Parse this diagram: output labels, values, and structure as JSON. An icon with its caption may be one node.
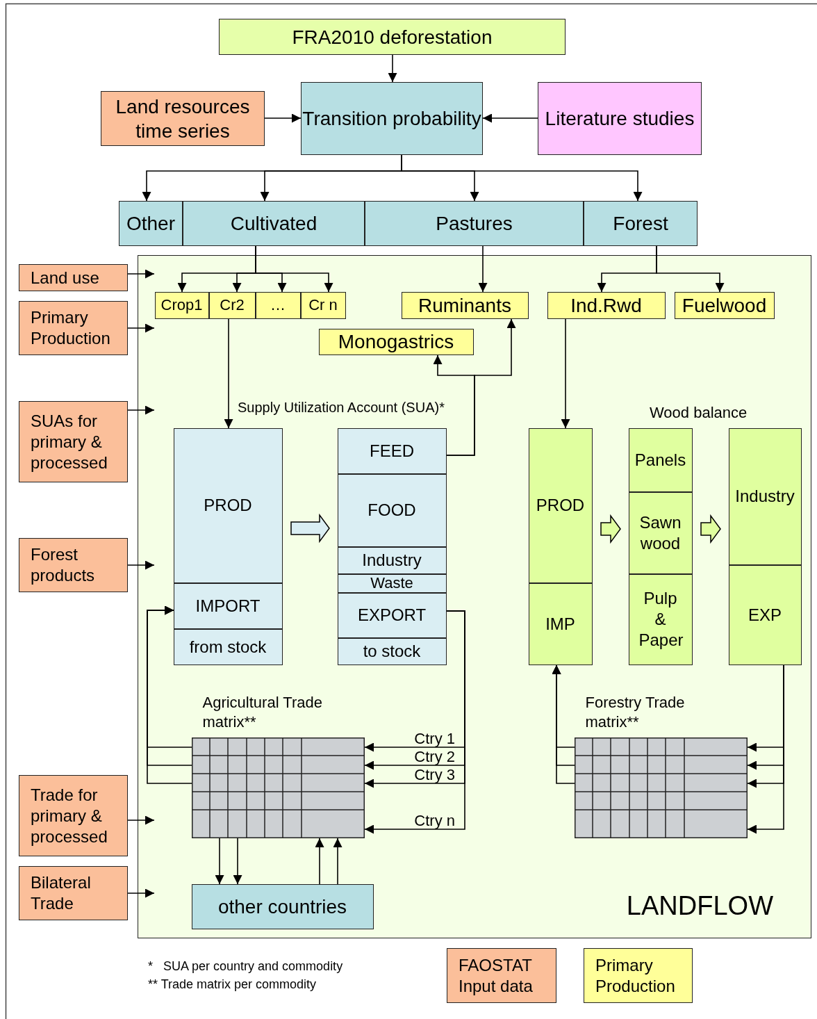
{
  "diagram": {
    "nodes": [
      {
        "text": [
          "FRA2010 deforestation"
        ]
      },
      {
        "text": [
          "Land resources time series"
        ]
      },
      {
        "text": [
          "Transition probability"
        ]
      },
      {
        "text": [
          "Literature studies"
        ]
      },
      {
        "text": [
          "Other"
        ]
      },
      {
        "text": [
          "Cultivated"
        ]
      },
      {
        "text": [
          "Pastures"
        ]
      },
      {
        "text": [
          "Forest"
        ]
      },
      {
        "text": [
          "Land use"
        ]
      },
      {
        "text": [
          "Primary Production"
        ]
      },
      {
        "text": [
          "SUAs for primary & processed"
        ]
      },
      {
        "text": [
          "Forest products"
        ]
      },
      {
        "text": [
          "Trade for primary & processed"
        ]
      },
      {
        "text": [
          "Bilateral Trade"
        ]
      },
      {
        "text": [
          "LANDFLOW"
        ]
      },
      {
        "text": [
          "Crop1"
        ],
        "in": 14
      },
      {
        "text": [
          "Cr2"
        ],
        "in": 14
      },
      {
        "text": [
          "…"
        ],
        "in": 14
      },
      {
        "text": [
          "Cr n"
        ],
        "in": 14
      },
      {
        "text": [
          "Ruminants"
        ],
        "in": 14
      },
      {
        "text": [
          "Ind.Rwd"
        ],
        "in": 14
      },
      {
        "text": [
          "Fuelwood"
        ],
        "in": 14
      },
      {
        "text": [
          "Monogastrics"
        ],
        "in": 14
      },
      {
        "text": [
          "PROD"
        ],
        "in": 14
      },
      {
        "text": [
          "IMPORT"
        ],
        "in": 14
      },
      {
        "text": [
          "from stock"
        ],
        "in": 14
      },
      {
        "text": [
          "FEED"
        ],
        "in": 14
      },
      {
        "text": [
          "FOOD"
        ],
        "in": 14
      },
      {
        "text": [
          "Industry"
        ],
        "in": 14
      },
      {
        "text": [
          "Waste"
        ],
        "in": 14
      },
      {
        "text": [
          "EXPORT"
        ],
        "in": 14
      },
      {
        "text": [
          "to stock"
        ],
        "in": 14
      },
      {
        "text": [
          "PROD"
        ],
        "in": 14
      },
      {
        "text": [
          "IMP"
        ],
        "in": 14
      },
      {
        "text": [
          "Panels"
        ],
        "in": 14
      },
      {
        "text": [
          "Sawn wood"
        ],
        "in": 14
      },
      {
        "text": [
          "Pulp & Paper"
        ],
        "in": 14
      },
      {
        "text": [
          "Industry"
        ],
        "in": 14
      },
      {
        "text": [
          "EXP"
        ],
        "in": 14
      },
      {
        "text": [
          "Agricultural Trade matrix**"
        ],
        "in": 14
      },
      {
        "text": [
          "Forestry Trade matrix**"
        ],
        "in": 14
      },
      {
        "text": [
          "other countries"
        ],
        "in": 14
      }
    ],
    "edges": [
      {
        "from": 0,
        "to": 2,
        "arrow": "to"
      },
      {
        "from": 1,
        "to": 2,
        "arrow": "to"
      },
      {
        "from": 3,
        "to": 2,
        "arrow": "to"
      },
      {
        "from": 2,
        "to": 4,
        "arrow": "to"
      },
      {
        "from": 2,
        "to": 5,
        "arrow": "to"
      },
      {
        "from": 2,
        "to": 6,
        "arrow": "to"
      },
      {
        "from": 2,
        "to": 7,
        "arrow": "to"
      },
      {
        "from": 5,
        "to": 15,
        "arrow": "to"
      },
      {
        "from": 5,
        "to": 16,
        "arrow": "to"
      },
      {
        "from": 5,
        "to": 17,
        "arrow": "to"
      },
      {
        "from": 5,
        "to": 18,
        "arrow": "to"
      },
      {
        "from": 6,
        "to": 19,
        "arrow": "to"
      },
      {
        "from": 7,
        "to": 20,
        "arrow": "to"
      },
      {
        "from": 7,
        "to": 21,
        "arrow": "to"
      },
      {
        "from": 8,
        "to": 14,
        "arrow": "to"
      },
      {
        "from": 9,
        "to": 14,
        "arrow": "to"
      },
      {
        "from": 10,
        "to": 14,
        "arrow": "to"
      },
      {
        "from": 11,
        "to": 14,
        "arrow": "to"
      },
      {
        "from": 12,
        "to": 14,
        "arrow": "to"
      },
      {
        "from": 13,
        "to": 14,
        "arrow": "to"
      },
      {
        "from": 16,
        "to": 23,
        "arrow": "to"
      },
      {
        "from": 26,
        "to": 22,
        "arrow": "to"
      },
      {
        "from": 26,
        "to": 19,
        "arrow": "to"
      },
      {
        "from": 23,
        "to": 27,
        "arrow": "to",
        "style": "thick"
      },
      {
        "from": 30,
        "to": 39,
        "arrow": "to",
        "label": "Ctry 1"
      },
      {
        "from": 30,
        "to": 39,
        "arrow": "to",
        "label": "Ctry 2"
      },
      {
        "from": 30,
        "to": 39,
        "arrow": "to",
        "label": "Ctry 3"
      },
      {
        "from": 30,
        "to": 39,
        "arrow": "to",
        "label": "Ctry n"
      },
      {
        "from": 39,
        "to": 24,
        "arrow": "to"
      },
      {
        "from": 39,
        "to": 24,
        "arrow": "to"
      },
      {
        "from": 39,
        "to": 24,
        "arrow": "to"
      },
      {
        "from": 39,
        "to": 41,
        "arrow": "to"
      },
      {
        "from": 39,
        "to": 41,
        "arrow": "to"
      },
      {
        "from": 41,
        "to": 39,
        "arrow": "to"
      },
      {
        "from": 41,
        "to": 39,
        "arrow": "to"
      },
      {
        "from": 20,
        "to": 32,
        "arrow": "to"
      },
      {
        "from": 32,
        "to": 35,
        "arrow": "to",
        "style": "thick"
      },
      {
        "from": 35,
        "to": 37,
        "arrow": "to",
        "style": "thick"
      },
      {
        "from": 38,
        "to": 40,
        "arrow": "to"
      },
      {
        "from": 38,
        "to": 40,
        "arrow": "to"
      },
      {
        "from": 38,
        "to": 40,
        "arrow": "to"
      },
      {
        "from": 38,
        "to": 40,
        "arrow": "to"
      },
      {
        "from": 40,
        "to": 33,
        "arrow": "to"
      },
      {
        "from": 40,
        "to": 33,
        "arrow": "to"
      },
      {
        "from": 40,
        "to": 33,
        "arrow": "to"
      }
    ],
    "labels": [
      "Supply Utilization Account (SUA)*",
      "Wood balance",
      "*   SUA per country and commodity",
      "** Trade matrix per commodity"
    ],
    "legend": [
      {
        "text": "FAOSTAT Input data",
        "color": "#fbbf9a"
      },
      {
        "text": "Primary Production",
        "color": "#ffff99"
      }
    ]
  }
}
